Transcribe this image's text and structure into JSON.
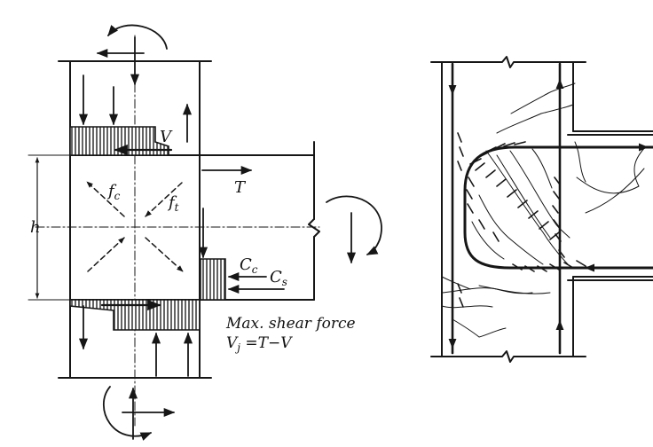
{
  "labels": {
    "v": "V",
    "t": "T",
    "fc": "f",
    "fc_sub": "c",
    "ft": "f",
    "ft_sub": "t",
    "h": "h",
    "cc": "C",
    "cc_sub": "c",
    "cs": "C",
    "cs_sub": "s",
    "caption_line1": "Max. shear force",
    "caption_line2_v": "V",
    "caption_line2_sub": "j",
    "caption_line2_rest": " =T−V"
  }
}
